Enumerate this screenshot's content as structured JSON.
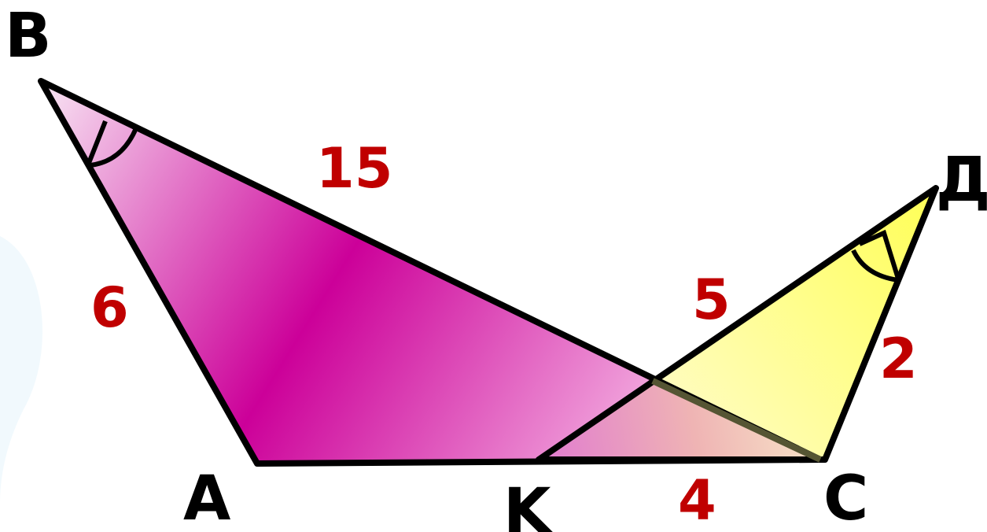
{
  "vertices": {
    "b": "B",
    "a": "A",
    "k": "K",
    "c": "C",
    "d": "Д"
  },
  "lengths": {
    "ab": "6",
    "bc": "15",
    "kd": "5",
    "dc": "2",
    "kc": "4"
  },
  "colors": {
    "triangle_abc_start": "#f7dcf1",
    "triangle_abc_mid": "#cc0099",
    "triangle_abc_end": "#f2a5dc",
    "triangle_kdc_start": "#ffff66",
    "triangle_kdc_end": "#fff6d9",
    "overlap": "#efb2b2",
    "stroke": "#000000",
    "length_text": "#c00000",
    "vertex_text": "#000000"
  }
}
